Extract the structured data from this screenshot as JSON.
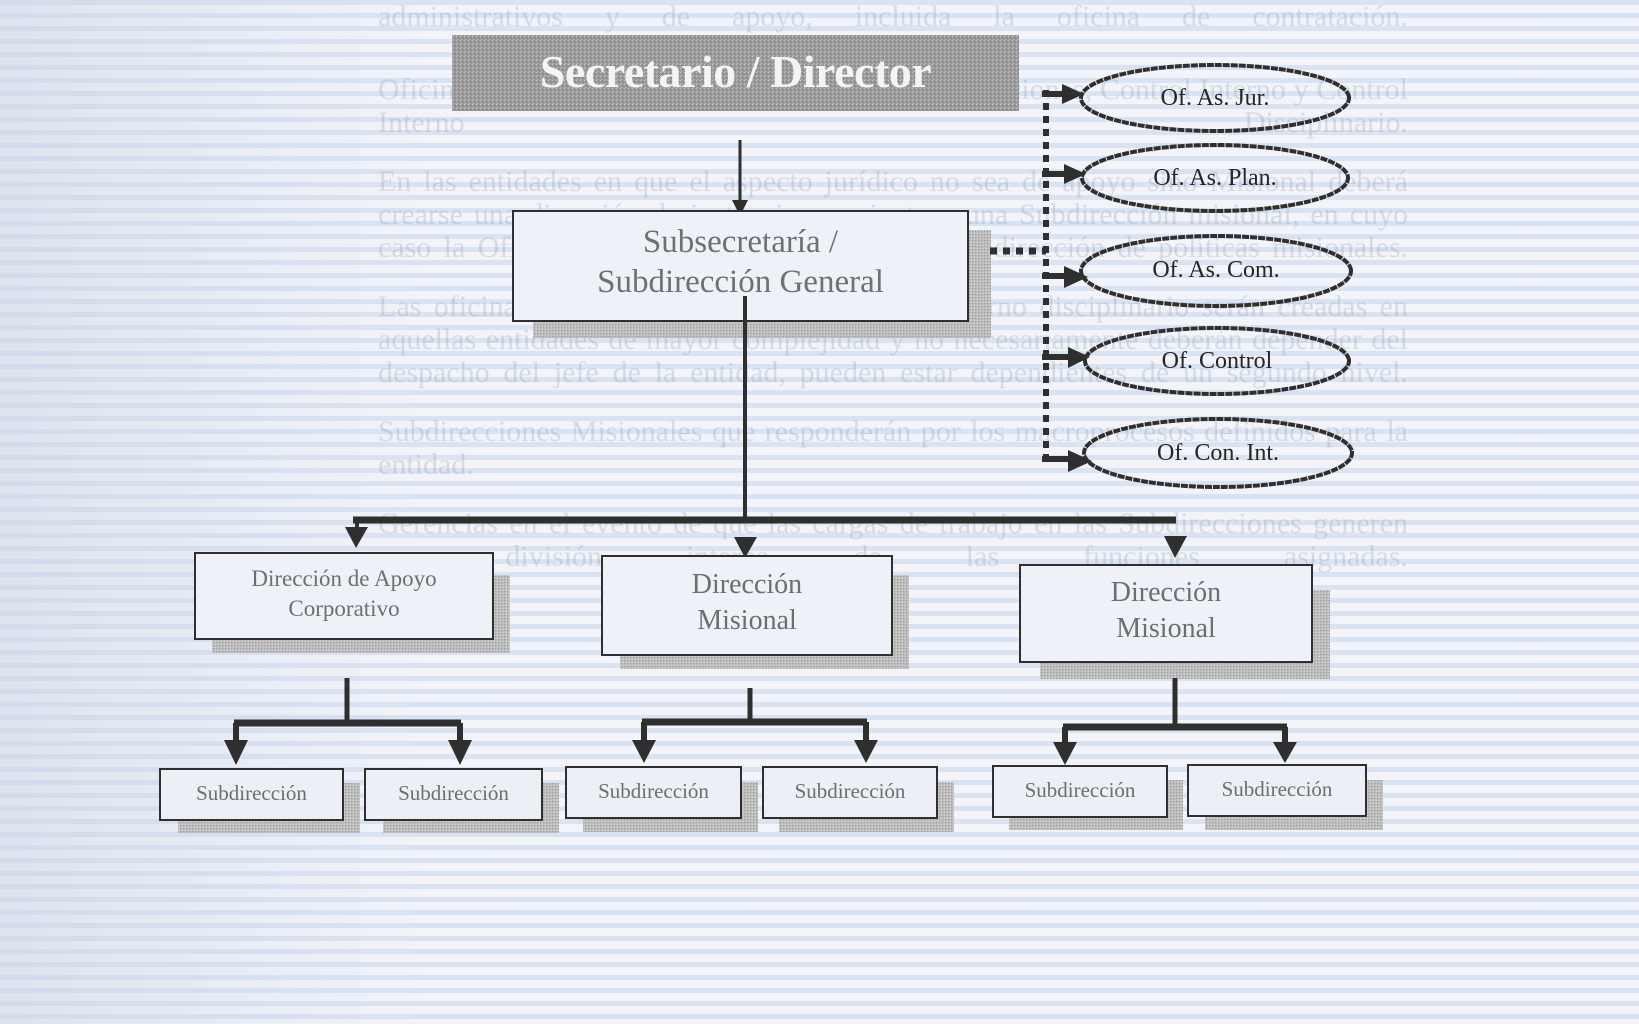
{
  "background_text": {
    "paragraphs": [
      "administrativos y de apoyo, incluida la oficina de contratación.",
      "Oficinas Asesoras de Planeación, jurídica, comunicaciones, Control Interno y Control Interno Disciplinario.",
      "En las entidades en que el aspecto jurídico no sea de apoyo sino Misional deberá crearse una dirección de instancia semejante o una Subdirección misional, en cuyo caso la Oficina Jurídica será asumida por la Subdirección de políticas misionales.",
      "Las oficinas de control interno y de control interno disciplinario serán creadas en aquellas entidades de mayor complejidad y no necesariamente deberán depender del despacho del jefe de la entidad, pueden estar dependientes de un segundo nivel.",
      "Subdirecciones Misionales que responderán por los macroprocesos definidos para la entidad.",
      "Gerencias en el evento de que las cargas de trabajo en las Subdirecciones generen una división interna de las funciones asignadas."
    ]
  },
  "org_chart": {
    "top": {
      "label": "Secretario / Director"
    },
    "second": {
      "line1": "Subsecretaría /",
      "line2": "Subdirección General"
    },
    "advisory_offices": [
      {
        "label": "Of. As. Jur."
      },
      {
        "label": "Of. As. Plan."
      },
      {
        "label": "Of. As. Com."
      },
      {
        "label": "Of. Control"
      },
      {
        "label": "Of. Con. Int."
      }
    ],
    "directions": [
      {
        "line1": "Dirección de Apoyo",
        "line2": "Corporativo",
        "subdirections": [
          {
            "label": "Subdirección"
          },
          {
            "label": "Subdirección"
          }
        ]
      },
      {
        "line1": "Dirección",
        "line2": "Misional",
        "subdirections": [
          {
            "label": "Subdirección"
          },
          {
            "label": "Subdirección"
          }
        ]
      },
      {
        "line1": "Dirección",
        "line2": "Misional",
        "subdirections": [
          {
            "label": "Subdirección"
          },
          {
            "label": "Subdirección"
          }
        ]
      }
    ]
  },
  "colors": {
    "line": "#2f2f2f",
    "top_box_fill": "#9a9a9a",
    "top_box_text": "#f4f4f4",
    "box_text": "#6e6e6e",
    "shadow": "#b4b4b4"
  }
}
